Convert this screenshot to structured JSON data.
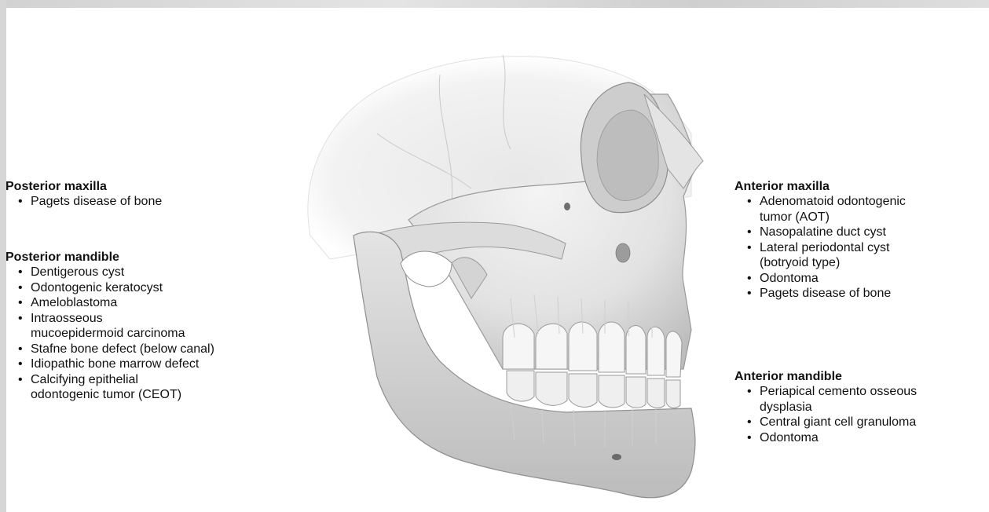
{
  "regions": [
    {
      "id": "posterior-maxilla",
      "title": "Posterior maxilla",
      "items": [
        "Pagets disease of bone"
      ]
    },
    {
      "id": "posterior-mandible",
      "title": "Posterior mandible",
      "items": [
        "Dentigerous cyst",
        "Odontogenic keratocyst",
        "Ameloblastoma",
        "Intraosseous\nmucoepidermoid carcinoma",
        "Stafne bone defect (below canal)",
        "Idiopathic bone marrow defect",
        "Calcifying epithelial\nodontogenic tumor (CEOT)"
      ]
    },
    {
      "id": "anterior-maxilla",
      "title": "Anterior maxilla",
      "items": [
        "Adenomatoid odontogenic\ntumor (AOT)",
        "Nasopalatine duct cyst",
        "Lateral periodontal cyst\n(botryoid type)",
        "Odontoma",
        "Pagets disease of bone"
      ]
    },
    {
      "id": "anterior-mandible",
      "title": "Anterior mandible",
      "items": [
        "Periapical cemento osseous\ndysplasia",
        "Central giant cell granuloma",
        "Odontoma"
      ]
    }
  ],
  "colors": {
    "bone": "#e6e6e6",
    "bone_shadow": "#b9b9b9",
    "outline": "#9a9a9a"
  }
}
